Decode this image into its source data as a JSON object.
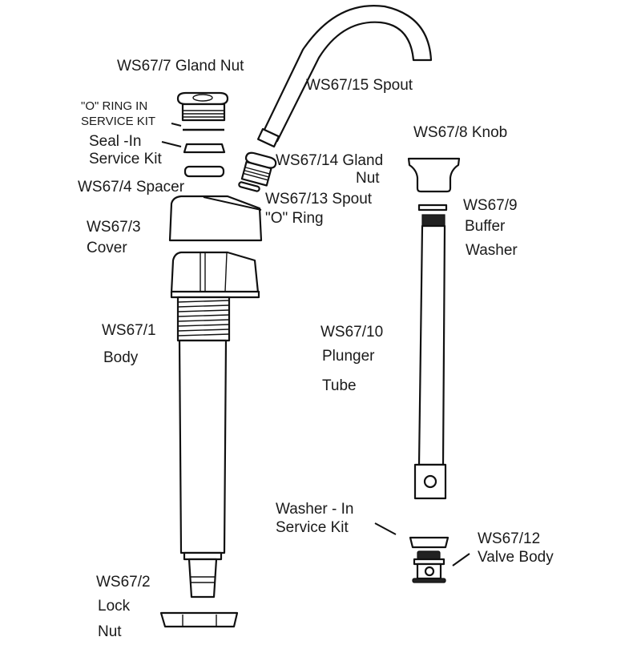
{
  "diagram": {
    "title": "Pump exploded parts diagram",
    "parts": [
      {
        "id": "gland-nut-7",
        "code": "WS67/7",
        "name": "Gland Nut",
        "label": "WS67/7 Gland Nut"
      },
      {
        "id": "o-ring-kit",
        "line1": "\"O\" RING IN",
        "line2": "SERVICE KIT"
      },
      {
        "id": "seal-kit",
        "line1": "Seal -In",
        "line2": "Service Kit"
      },
      {
        "id": "spacer-4",
        "code": "WS67/4",
        "name": "Spacer",
        "label": "WS67/4 Spacer"
      },
      {
        "id": "cover-3",
        "line1": "WS67/3",
        "line2": "Cover"
      },
      {
        "id": "body-1",
        "line1": "WS67/1",
        "line2": "Body"
      },
      {
        "id": "lock-nut-2",
        "line1": "WS67/2",
        "line2": "Lock",
        "line3": "Nut"
      },
      {
        "id": "spout-15",
        "label": "WS67/15 Spout"
      },
      {
        "id": "gland-nut-14",
        "line1": "WS67/14 Gland",
        "line2": "Nut"
      },
      {
        "id": "spout-o-ring-13",
        "line1": "WS67/13 Spout",
        "line2": "\"O\" Ring"
      },
      {
        "id": "knob-8",
        "label": "WS67/8  Knob"
      },
      {
        "id": "buffer-washer-9",
        "line1": "WS67/9",
        "line2": "Buffer",
        "line3": "Washer"
      },
      {
        "id": "plunger-tube-10",
        "line1": "WS67/10",
        "line2": "Plunger",
        "line3": "Tube"
      },
      {
        "id": "washer-kit",
        "line1": "Washer - In",
        "line2": "Service Kit"
      },
      {
        "id": "valve-body-12",
        "line1": "WS67/12",
        "line2": "Valve Body"
      }
    ]
  }
}
